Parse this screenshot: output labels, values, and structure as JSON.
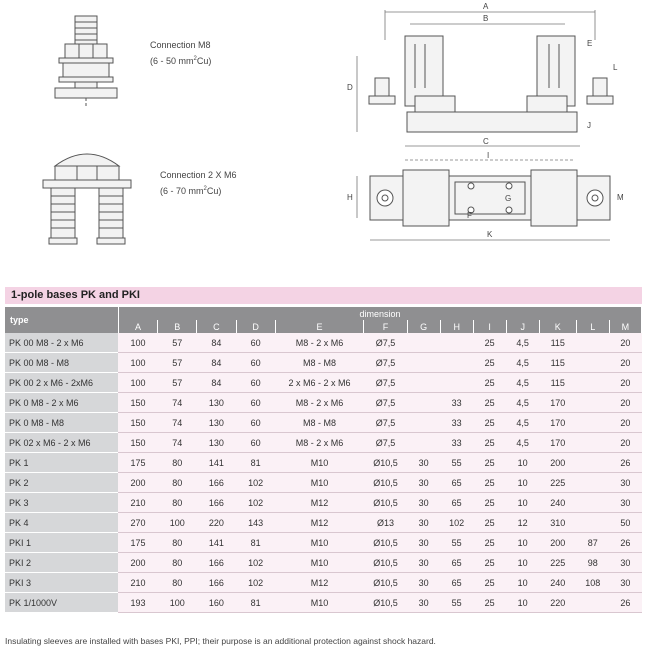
{
  "connections": [
    {
      "label": "Connection   M8",
      "range_prefix": "(6  -  50  mm",
      "range_sup": "2",
      "range_suffix": "Cu)"
    },
    {
      "label": "Connection   2  X M6",
      "range_prefix": "(6  -  70  mm",
      "range_sup": "2",
      "range_suffix": "Cu)"
    }
  ],
  "dimension_letters": {
    "A": "A",
    "B": "B",
    "C": "C",
    "D": "D",
    "E": "E",
    "F": "F",
    "G": "G",
    "H": "H",
    "I": "I",
    "J": "J",
    "K": "K",
    "L": "L",
    "M": "M"
  },
  "table": {
    "title": "1-pole bases PK and PKI",
    "type_header": "type",
    "dimension_header": "dimension",
    "columns": [
      "A",
      "B",
      "C",
      "D",
      "E",
      "F",
      "G",
      "H",
      "I",
      "J",
      "K",
      "L",
      "M"
    ],
    "rows": [
      [
        "PK 00 M8 - 2 x M6",
        "100",
        "57",
        "84",
        "60",
        "M8 - 2 x M6",
        "Ø7,5",
        "",
        "",
        "25",
        "4,5",
        "115",
        "",
        "20"
      ],
      [
        "PK 00 M8 - M8",
        "100",
        "57",
        "84",
        "60",
        "M8 - M8",
        "Ø7,5",
        "",
        "",
        "25",
        "4,5",
        "115",
        "",
        "20"
      ],
      [
        "PK 00 2 x M6 - 2xM6",
        "100",
        "57",
        "84",
        "60",
        "2 x M6 - 2 x M6",
        "Ø7,5",
        "",
        "",
        "25",
        "4,5",
        "115",
        "",
        "20"
      ],
      [
        "PK 0 M8 - 2 x M6",
        "150",
        "74",
        "130",
        "60",
        "M8 - 2 x M6",
        "Ø7,5",
        "",
        "33",
        "25",
        "4,5",
        "170",
        "",
        "20"
      ],
      [
        "PK 0 M8 - M8",
        "150",
        "74",
        "130",
        "60",
        "M8 - M8",
        "Ø7,5",
        "",
        "33",
        "25",
        "4,5",
        "170",
        "",
        "20"
      ],
      [
        "PK 02 x M6 - 2 x M6",
        "150",
        "74",
        "130",
        "60",
        "M8 - 2 x M6",
        "Ø7,5",
        "",
        "33",
        "25",
        "4,5",
        "170",
        "",
        "20"
      ],
      [
        "PK 1",
        "175",
        "80",
        "141",
        "81",
        "M10",
        "Ø10,5",
        "30",
        "55",
        "25",
        "10",
        "200",
        "",
        "26"
      ],
      [
        "PK 2",
        "200",
        "80",
        "166",
        "102",
        "M10",
        "Ø10,5",
        "30",
        "65",
        "25",
        "10",
        "225",
        "",
        "30"
      ],
      [
        "PK 3",
        "210",
        "80",
        "166",
        "102",
        "M12",
        "Ø10,5",
        "30",
        "65",
        "25",
        "10",
        "240",
        "",
        "30"
      ],
      [
        "PK 4",
        "270",
        "100",
        "220",
        "143",
        "M12",
        "Ø13",
        "30",
        "102",
        "25",
        "12",
        "310",
        "",
        "50"
      ],
      [
        "PKI 1",
        "175",
        "80",
        "141",
        "81",
        "M10",
        "Ø10,5",
        "30",
        "55",
        "25",
        "10",
        "200",
        "87",
        "26"
      ],
      [
        "PKI 2",
        "200",
        "80",
        "166",
        "102",
        "M10",
        "Ø10,5",
        "30",
        "65",
        "25",
        "10",
        "225",
        "98",
        "30"
      ],
      [
        "PKI 3",
        "210",
        "80",
        "166",
        "102",
        "M12",
        "Ø10,5",
        "30",
        "65",
        "25",
        "10",
        "240",
        "108",
        "30"
      ],
      [
        "PK 1/1000V",
        "193",
        "100",
        "160",
        "81",
        "M10",
        "Ø10,5",
        "30",
        "55",
        "25",
        "10",
        "220",
        "",
        "26"
      ]
    ]
  },
  "note": "Insulating sleeves are installed with bases PKI, PPI; their purpose is an additional protection against shock hazard."
}
